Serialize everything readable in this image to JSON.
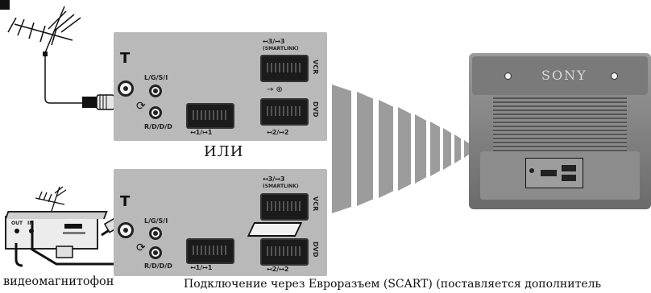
{
  "step_badge": "",
  "panel_top": {
    "antenna_terminal_symbol": "T",
    "audio_input_label": "L/G/S/I",
    "headphone_label": "R/D/D/D",
    "scart3_label": "↤3/↦3",
    "scart3_sublabel": "(SMARTLINK)",
    "scart3_side_label": "VCR",
    "scart1_label": "↤1/↦1",
    "scart2_label": "↤2/↦2",
    "scart2_side_label": "DVD"
  },
  "or_label": "ИЛИ",
  "panel_bottom": {
    "antenna_terminal_symbol": "T",
    "audio_input_label": "L/G/S/I",
    "headphone_label": "R/D/D/D",
    "scart3_label": "↤3/↦3",
    "scart3_sublabel": "(SMARTLINK)",
    "scart3_side_label": "VCR",
    "scart1_label": "↤1/↦1",
    "scart2_label": "↤2/↦2",
    "scart2_side_label": "DVD"
  },
  "vcr": {
    "out_label": "OUT",
    "in_label": "IN",
    "caption": "видеомагнитофон"
  },
  "tv": {
    "brand": "SONY"
  },
  "bottom_caption": "Подключение через Евроразъем (SCART) (поставляется дополнитель"
}
